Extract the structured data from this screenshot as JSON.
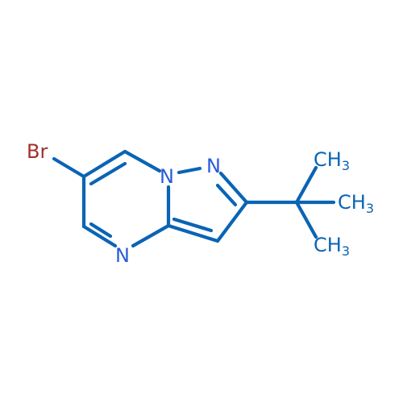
{
  "molecule": {
    "atoms": {
      "bromine": "Br",
      "nitrogen_bridge": "N",
      "nitrogen_pyrazole": "N",
      "nitrogen_pyrimidine": "N",
      "methyl_top": {
        "main": "CH",
        "sub": "3"
      },
      "methyl_right": {
        "main": "CH",
        "sub": "3"
      },
      "methyl_bottom": {
        "main": "CH",
        "sub": "3"
      }
    },
    "colors": {
      "bond": "#0a64b4",
      "nitrogen": "#2a5bd8",
      "bromine": "#a0302c",
      "carbon_label": "#0a64b4",
      "background": "#ffffff"
    }
  }
}
